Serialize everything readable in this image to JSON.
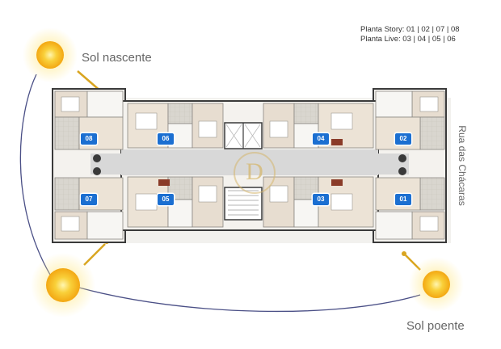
{
  "legend": {
    "line1": "Planta Story: 01 | 02 | 07 | 08",
    "line2": "Planta Live: 03 | 04 | 05 | 06"
  },
  "labels": {
    "sunrise": "Sol nascente",
    "sunset": "Sol poente",
    "street": "Rua das Chácaras"
  },
  "units": {
    "u08": "08",
    "u06": "06",
    "u04": "04",
    "u02": "02",
    "u07": "07",
    "u05": "05",
    "u03": "03",
    "u01": "01"
  },
  "watermark": "D",
  "colors": {
    "badge": "#1b6fd1",
    "sun": "#f7c11e",
    "sun_arrow": "#d9a520",
    "path": "#4a4f86"
  }
}
